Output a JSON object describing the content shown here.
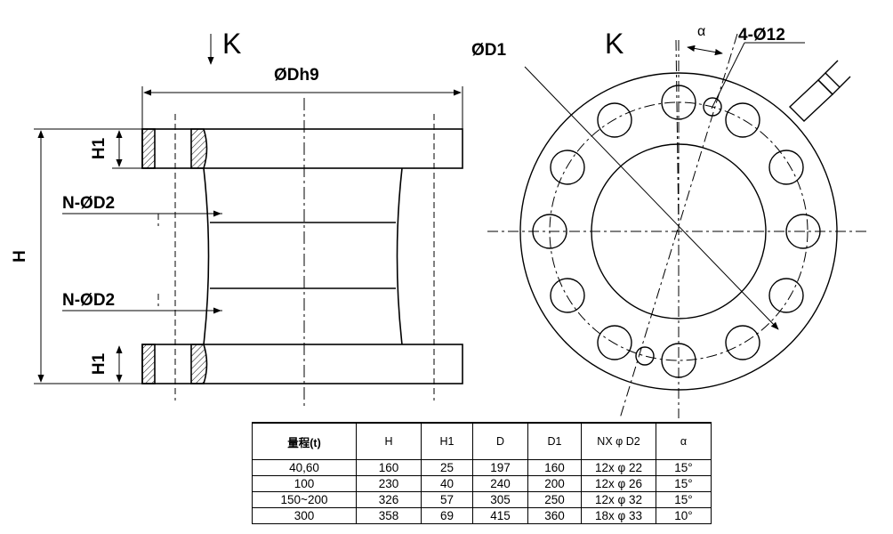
{
  "labels": {
    "side_view_marker": "K",
    "front_view_marker": "K",
    "outer_diameter": "ØDh9",
    "d1": "ØD1",
    "alpha": "α",
    "mounting_holes": "4-Ø12",
    "hole_spec_top": "N-ØD2",
    "hole_spec_bottom": "N-ØD2",
    "height": "H",
    "flange_top": "H1",
    "flange_bottom": "H1"
  },
  "table": {
    "headers": [
      "量程(t)",
      "H",
      "H1",
      "D",
      "D1",
      "NX φ D2",
      "α"
    ],
    "rows": [
      [
        "40,60",
        "160",
        "25",
        "197",
        "160",
        "12x φ 22",
        "15°"
      ],
      [
        "100",
        "230",
        "40",
        "240",
        "200",
        "12x φ 26",
        "15°"
      ],
      [
        "150~200",
        "326",
        "57",
        "305",
        "250",
        "12x φ 32",
        "15°"
      ],
      [
        "300",
        "358",
        "69",
        "415",
        "360",
        "18x φ 33",
        "10°"
      ]
    ]
  }
}
